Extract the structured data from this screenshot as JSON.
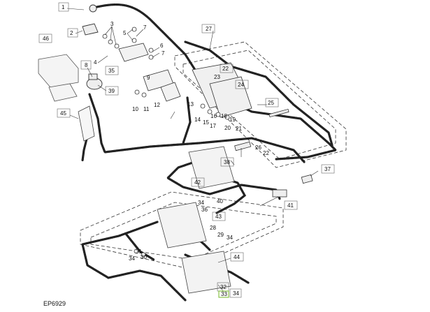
{
  "figure": {
    "id": "EP6929",
    "highlight_color": "#8bc34a"
  },
  "callouts": {
    "c1": "1",
    "c2": "2",
    "c3": "3",
    "c4": "4",
    "c5": "5",
    "c6": "6",
    "c7a": "7",
    "c7b": "7",
    "c8": "8",
    "c9": "9",
    "c10": "10",
    "c11": "11",
    "c12": "12",
    "c13": "13",
    "c14": "14",
    "c15": "15",
    "c16": "16",
    "c17": "17",
    "c18": "18",
    "c19": "19",
    "c20": "20",
    "c21": "21",
    "c22a": "22",
    "c22b": "22",
    "c23": "23",
    "c24": "24",
    "c25": "25",
    "c26": "26",
    "c27": "27",
    "c28": "28",
    "c29": "29",
    "c30": "30",
    "c31": "31",
    "c32": "32",
    "c33": "33",
    "c34a": "34",
    "c34b": "34",
    "c34c": "34",
    "c34d": "34",
    "c35": "35",
    "c36": "36",
    "c37": "37",
    "c38": "38",
    "c39": "39",
    "c40": "40",
    "c41": "41",
    "c42": "42",
    "c43": "43",
    "c44": "44",
    "c45": "45",
    "c46": "46"
  }
}
